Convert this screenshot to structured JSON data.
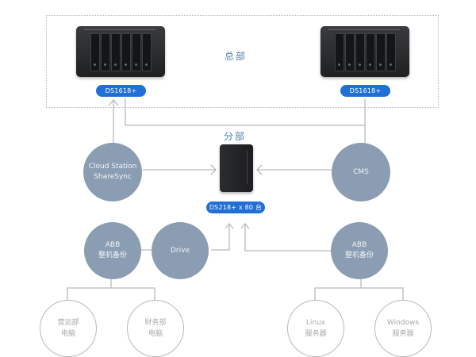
{
  "headquarters": {
    "title": "总部",
    "servers": [
      {
        "model": "DS1618+"
      },
      {
        "model": "DS1618+"
      }
    ]
  },
  "branch": {
    "title": "分部",
    "server": {
      "model": "DS218+ x 80 台"
    }
  },
  "services": {
    "cloud_station": {
      "line1": "Cloud Station",
      "line2": "ShareSync"
    },
    "cms": {
      "line1": "CMS"
    },
    "abb_left": {
      "line1": "ABB",
      "line2": "整机备份"
    },
    "drive": {
      "line1": "Drive"
    },
    "abb_right": {
      "line1": "ABB",
      "line2": "整机备份"
    }
  },
  "endpoints": [
    {
      "line1": "营运部",
      "line2": "电脑"
    },
    {
      "line1": "财务部",
      "line2": "电脑"
    },
    {
      "line1": "Linux",
      "line2": "服务器"
    },
    {
      "line1": "Windows",
      "line2": "服务器"
    }
  ],
  "colors": {
    "pill": "#1f6fd6",
    "service_circle": "#8a9db3",
    "title": "#4a7fa8",
    "connector": "#b5b8bc"
  }
}
